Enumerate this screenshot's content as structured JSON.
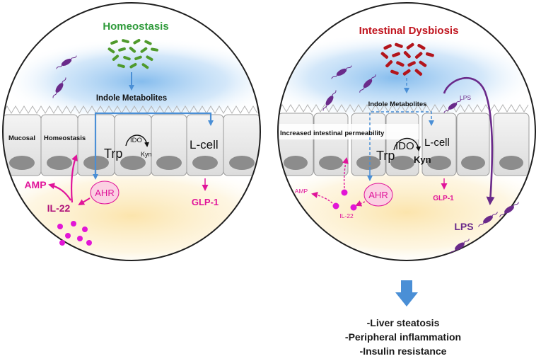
{
  "left_panel": {
    "title": "Homeostasis",
    "title_color": "#2e9a3a",
    "indole_label": "Indole Metabolites",
    "mucosal_label": "Mucosal",
    "homeostasis_label": "Homeostasis",
    "trp_label": "Trp",
    "ido_label": "IDO",
    "kyn_label": "Kyn",
    "lcell_label": "L-cell",
    "ahr_label": "AHR",
    "amp_label": "AMP",
    "il22_label": "IL-22",
    "glp1_label": "GLP-1"
  },
  "right_panel": {
    "title": "Intestinal Dysbiosis",
    "title_color": "#c0141e",
    "indole_label": "Indole Metabolites",
    "lps_small_label": "LPS",
    "permeability_label": "Increased intestinal permeability",
    "trp_label": "Trp",
    "ido_label": "IDO",
    "kyn_label": "Kyn",
    "lcell_label": "L-cell",
    "ahr_label": "AHR",
    "amp_label": "AMP",
    "il22_label": "IL-22",
    "glp1_label": "GLP-1",
    "lps_label": "LPS"
  },
  "outcomes": [
    "-Liver steatosis",
    "-Peripheral inflammation",
    "-Insulin resistance"
  ],
  "colors": {
    "magenta": "#e0149a",
    "purple": "#6a2a8a",
    "arrow_blue": "#4a8fd6",
    "green_bacteria": "#4f9a2c",
    "red_bacteria": "#b3151c"
  }
}
